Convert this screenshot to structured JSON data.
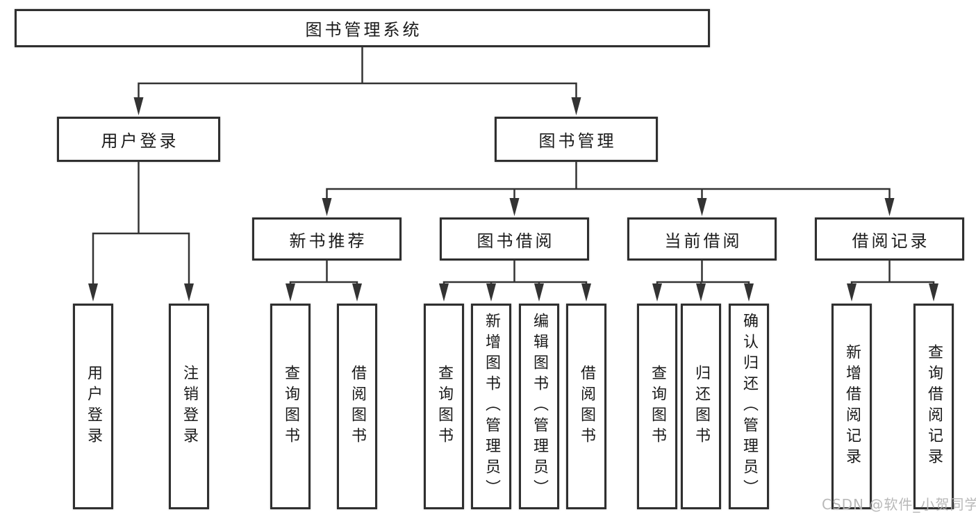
{
  "tree": {
    "root": {
      "label": "图书管理系统"
    },
    "children": [
      {
        "label": "用户登录",
        "children": [
          {
            "label": "用户登录"
          },
          {
            "label": "注销登录"
          }
        ]
      },
      {
        "label": "图书管理",
        "children": [
          {
            "label": "新书推荐",
            "children": [
              {
                "label": "查询图书"
              },
              {
                "label": "借阅图书"
              }
            ]
          },
          {
            "label": "图书借阅",
            "children": [
              {
                "label": "查询图书"
              },
              {
                "label": "新增图书（管理员）"
              },
              {
                "label": "编辑图书（管理员）"
              },
              {
                "label": "借阅图书"
              }
            ]
          },
          {
            "label": "当前借阅",
            "children": [
              {
                "label": "查询图书"
              },
              {
                "label": "归还图书"
              },
              {
                "label": "确认归还（管理员）"
              }
            ]
          },
          {
            "label": "借阅记录",
            "children": [
              {
                "label": "新增借阅记录"
              },
              {
                "label": "查询借阅记录"
              }
            ]
          }
        ]
      }
    ]
  },
  "watermark": "CSDN @软件_小贺同学",
  "colors": {
    "line": "#333333",
    "box_border": "#2f2f2f",
    "text": "#1a1a1a",
    "watermark": "#b3b3b3",
    "background": "#ffffff"
  }
}
